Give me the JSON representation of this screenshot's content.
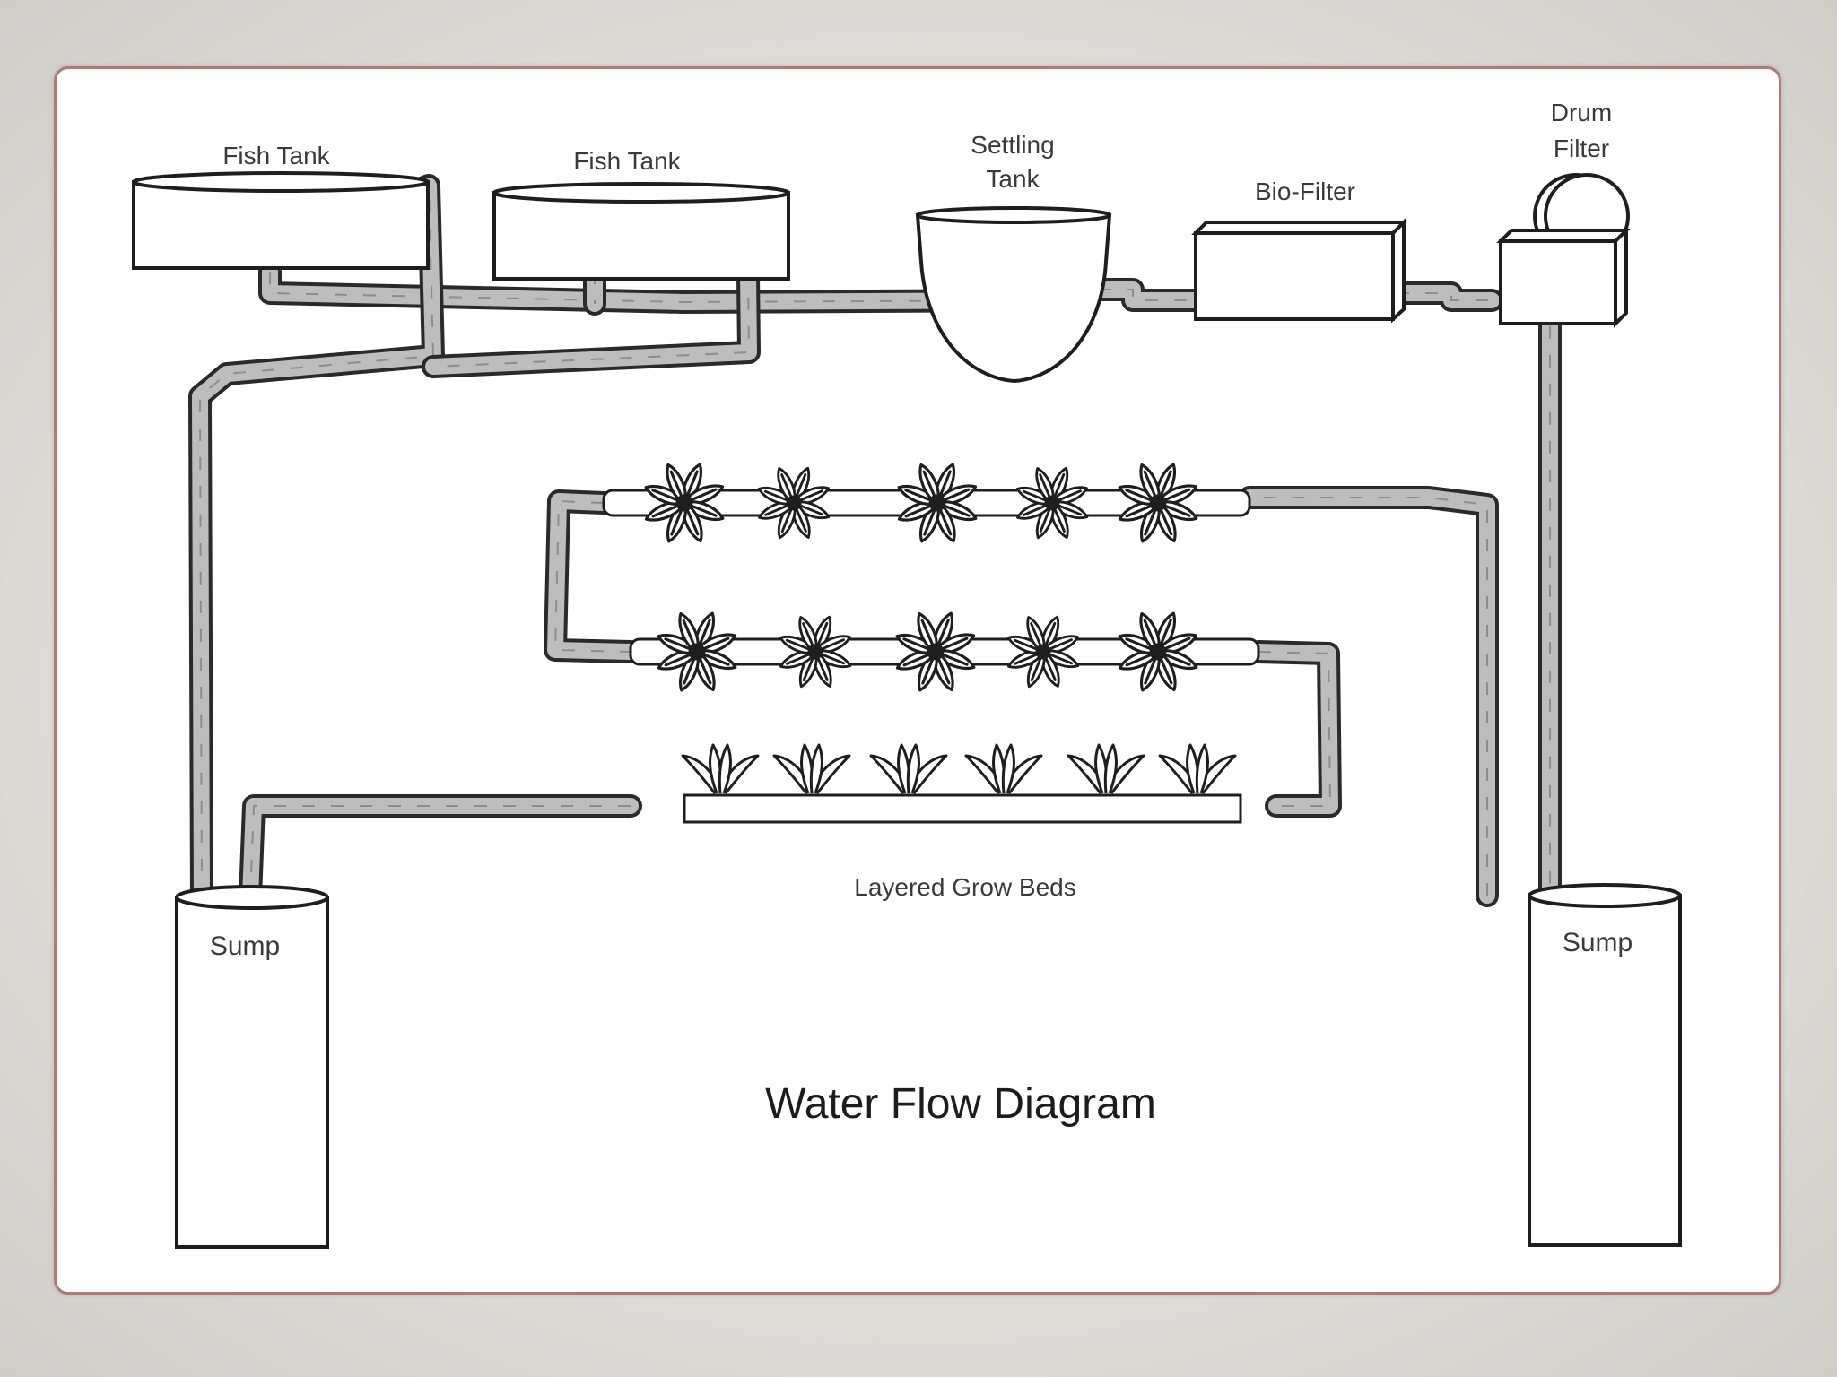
{
  "title": "Water Flow Diagram",
  "components": {
    "fish_tank_1": "Fish Tank",
    "fish_tank_2": "Fish Tank",
    "settling_tank": [
      "Settling",
      "Tank"
    ],
    "bio_filter": "Bio-Filter",
    "drum_filter": [
      "Drum",
      "Filter"
    ],
    "grow_beds": "Layered Grow Beds",
    "sump_left": "Sump",
    "sump_right": "Sump"
  },
  "colors": {
    "frame_border": "#b07a72",
    "pipe_fill": "#bdbdbd",
    "outline": "#1e1e1e"
  }
}
